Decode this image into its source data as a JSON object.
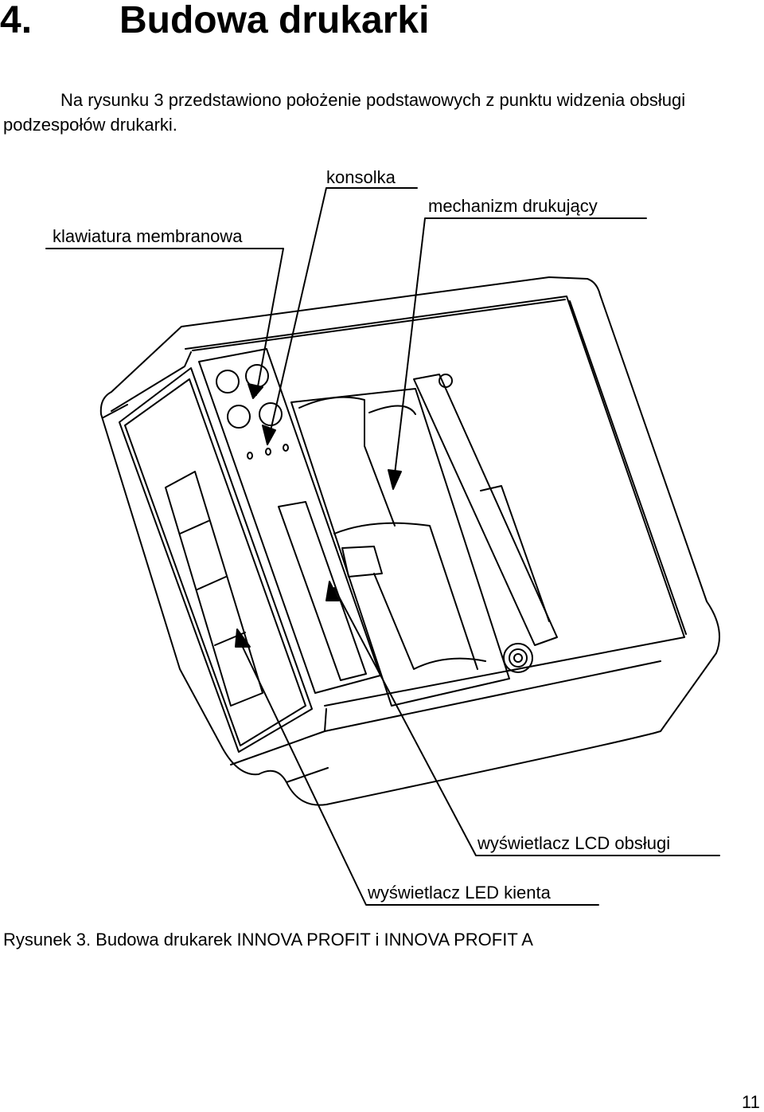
{
  "heading": {
    "number": "4.",
    "title": "Budowa drukarki"
  },
  "intro": "Na rysunku 3 przedstawiono położenie podstawowych z punktu widzenia obsługi podzespołów drukarki.",
  "figure": {
    "labels": {
      "konsolka": "konsolka",
      "mechanism": "mechanizm drukujący",
      "keyboard": "klawiatura membranowa",
      "lcd": "wyświetlacz LCD obsługi",
      "led": "wyświetlacz LED kienta"
    }
  },
  "caption": "Rysunek 3. Budowa drukarek INNOVA PROFIT i INNOVA PROFIT A",
  "page_number": "11"
}
